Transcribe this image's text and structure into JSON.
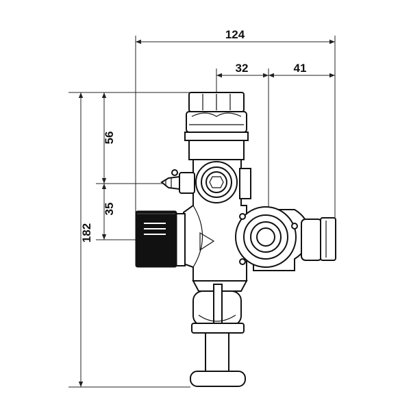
{
  "diagram": {
    "dimensions": {
      "overall_width": "124",
      "center_offset": "32",
      "outlet_offset": "41",
      "top_height": "56",
      "mid_height": "35",
      "total_height": "182"
    }
  }
}
